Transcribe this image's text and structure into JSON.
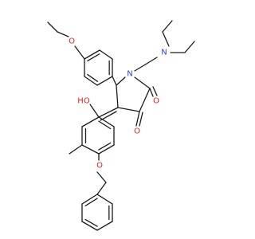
{
  "molecule": {
    "atoms": [
      {
        "id": "o-ethoxy",
        "symbol": "O",
        "color": "#e01b1b"
      },
      {
        "id": "n-amine",
        "symbol": "N",
        "color": "#2b3fd6"
      },
      {
        "id": "n-ring",
        "symbol": "N",
        "color": "#2b3fd6"
      },
      {
        "id": "o-enol",
        "symbol": "HO",
        "color": "#e01b1b"
      },
      {
        "id": "o-keto-2",
        "symbol": "O",
        "color": "#e01b1b"
      },
      {
        "id": "o-keto-3",
        "symbol": "O",
        "color": "#e01b1b"
      },
      {
        "id": "o-benzyloxy",
        "symbol": "O",
        "color": "#e01b1b"
      }
    ],
    "bond_color": "#1a1a1a"
  }
}
